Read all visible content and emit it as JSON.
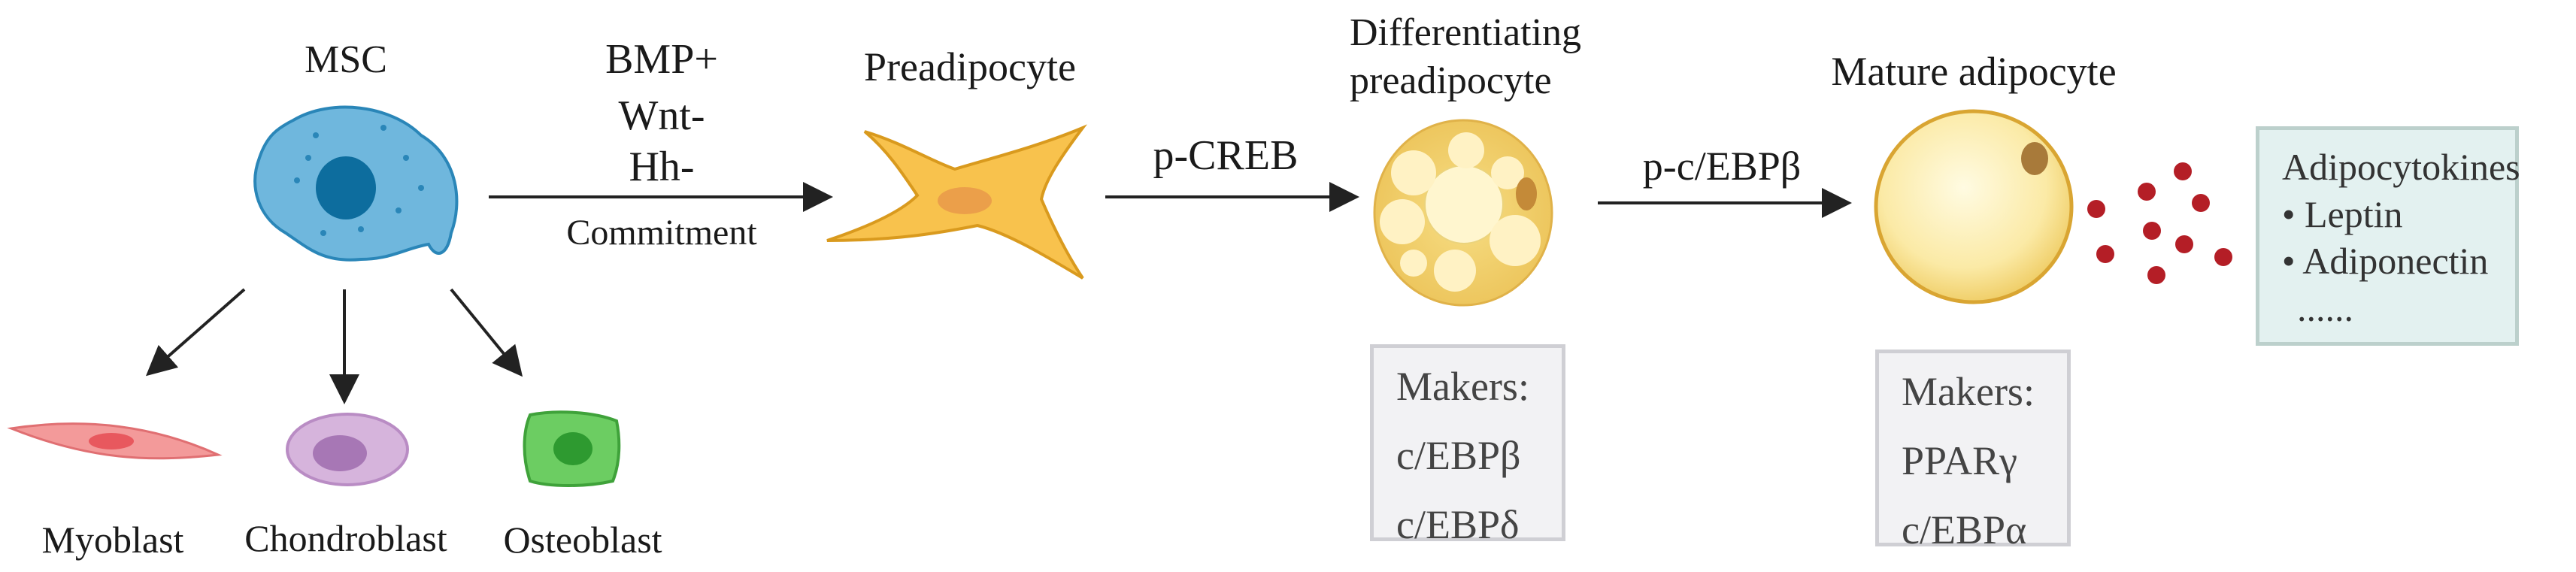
{
  "title": "",
  "stages": {
    "msc": "MSC",
    "preadipocyte": "Preadipocyte",
    "differentiating_line1": "Differentiating",
    "differentiating_line2": "preadipocyte",
    "mature": "Mature adipocyte"
  },
  "lineages": {
    "myoblast": "Myoblast",
    "chondroblast": "Chondroblast",
    "osteoblast": "Osteoblast"
  },
  "arrows": {
    "commitment": {
      "signal1": "BMP+",
      "signal2": "Wnt-",
      "signal3": "Hh-",
      "label": "Commitment"
    },
    "creb": "p-CREB",
    "cebpb": "p-c/EBPβ"
  },
  "markers_diff": {
    "title": "Makers:",
    "items": [
      "c/EBPβ",
      "c/EBPδ"
    ]
  },
  "markers_mature": {
    "title": "Makers:",
    "items": [
      "PPARγ",
      "c/EBPα"
    ]
  },
  "adipocytokines": {
    "title": "Adipocytokines",
    "items": [
      "• Leptin",
      "• Adiponectin"
    ],
    "more": "......"
  },
  "colors": {
    "msc_fill": "#6fb7dd",
    "msc_nucleus": "#0d6d9e",
    "preadipocyte_fill": "#f8c24d",
    "lipid_fill": "#fbeeb0",
    "secreted_dots": "#b41e26",
    "myoblast": "#f39a9a",
    "chondroblast": "#d6b4dc",
    "osteoblast": "#6ccd62",
    "cyto_box": "#e3f1f0",
    "marker_box": "#f2f2f4"
  }
}
